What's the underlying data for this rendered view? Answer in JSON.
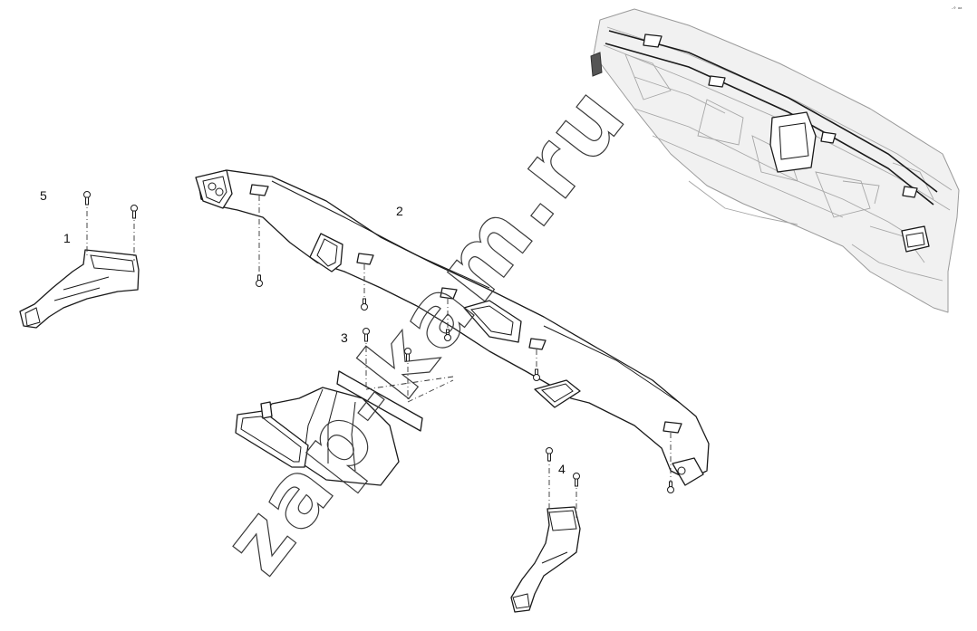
{
  "callouts": {
    "c1": "1",
    "c2": "2",
    "c3": "3",
    "c4": "4",
    "c5": "5"
  },
  "watermark": "zap-kam.ru",
  "corner_mark": "·° ᵃᵃ"
}
